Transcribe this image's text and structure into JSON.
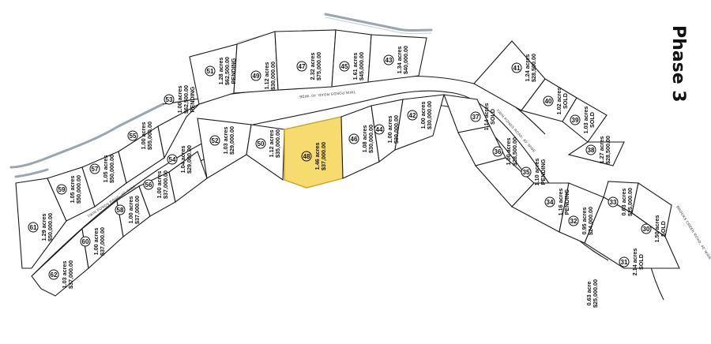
{
  "map": {
    "phase_label": "Phase 3",
    "highlight_color": "#f6dc6e",
    "road_names": [
      "TWIN PONDS ROAD, 40' WIDE",
      "TWIN PONDS ROAD, 40' WIDE",
      "TWIN PONDS ROAD, 40' WIDE",
      "BROOKS CREEK ROAD, 40' WIDE"
    ],
    "lots": [
      {
        "number": "30",
        "lines": [
          "1.50 acres",
          "SOLD"
        ]
      },
      {
        "number": "31",
        "lines": [
          "2.14 acres",
          "SOLD"
        ]
      },
      {
        "number": "32",
        "lines": [
          "0.95 acres",
          "$24,000.00"
        ]
      },
      {
        "number": "33",
        "lines": [
          "0.63 acres",
          "$25,000.00"
        ]
      },
      {
        "number": "34",
        "lines": [
          "1.16 acres",
          "PENDING"
        ]
      },
      {
        "number": "35",
        "lines": [
          "1.10 acres",
          "PENDING"
        ]
      },
      {
        "number": "36",
        "lines": [
          "1.00 acres",
          "$28,500.00"
        ]
      },
      {
        "number": "37",
        "lines": [
          "1.14 acres",
          "SOLD"
        ]
      },
      {
        "number": "38",
        "lines": [
          "1.27 acres",
          "$28,500.00"
        ]
      },
      {
        "number": "39",
        "lines": [
          "1.03 acres",
          "SOLD"
        ]
      },
      {
        "number": "40",
        "lines": [
          "1.02 acres",
          "SOLD"
        ]
      },
      {
        "number": "41",
        "lines": [
          "1.24 acres",
          "$28,500.00"
        ]
      },
      {
        "number": "42",
        "lines": [
          "1.00 acres",
          "$30,000.00"
        ]
      },
      {
        "number": "43",
        "lines": [
          "1.34 acres",
          "$40,000.00"
        ]
      },
      {
        "number": "44",
        "lines": [
          "1.00 acres",
          "$30,000.00"
        ]
      },
      {
        "number": "45",
        "lines": [
          "1.61 acres",
          "$45,000.00"
        ]
      },
      {
        "number": "46",
        "lines": [
          "1.08 acres",
          "$30,000.00"
        ]
      },
      {
        "number": "47",
        "lines": [
          "2.32 acres",
          "$75,000.00"
        ]
      },
      {
        "number": "48",
        "lines": [
          "1.46 acres",
          "$37,000.00"
        ],
        "highlighted": true
      },
      {
        "number": "49",
        "lines": [
          "1.12 acres",
          "$30,000.00"
        ]
      },
      {
        "number": "50",
        "lines": [
          "1.12 acres",
          "$35,000.00"
        ]
      },
      {
        "number": "51",
        "lines": [
          "1.28 acres",
          "$62,500.00",
          "PENDING"
        ]
      },
      {
        "number": "52",
        "lines": [
          "1.03 acres",
          "$29,000.00"
        ]
      },
      {
        "number": "53",
        "lines": [
          "1.00 acres",
          "$62,500.00",
          "PENDING"
        ]
      },
      {
        "number": "54",
        "lines": [
          "1.04 acres",
          "$29,000.00"
        ]
      },
      {
        "number": "55",
        "lines": [
          "1.00 acres",
          "$55,000.00"
        ]
      },
      {
        "number": "56",
        "lines": [
          "1.00 acres",
          "$37,000.00"
        ]
      },
      {
        "number": "57",
        "lines": [
          "1.05 acres",
          "$50,000.00"
        ]
      },
      {
        "number": "58",
        "lines": [
          "1.00 acres",
          "$37,000.00"
        ]
      },
      {
        "number": "59",
        "lines": [
          "1.05 acres",
          "$50,000.00"
        ]
      },
      {
        "number": "60",
        "lines": [
          "1.00 acres",
          "$37,000.00"
        ]
      },
      {
        "number": "61",
        "lines": [
          "1.29 acres",
          "$50,000.00"
        ]
      },
      {
        "number": "62",
        "lines": [
          "1.03 acres",
          "$37,000.00"
        ]
      }
    ],
    "outside_note": [
      "0.63 acre",
      "$25,000.00"
    ]
  }
}
